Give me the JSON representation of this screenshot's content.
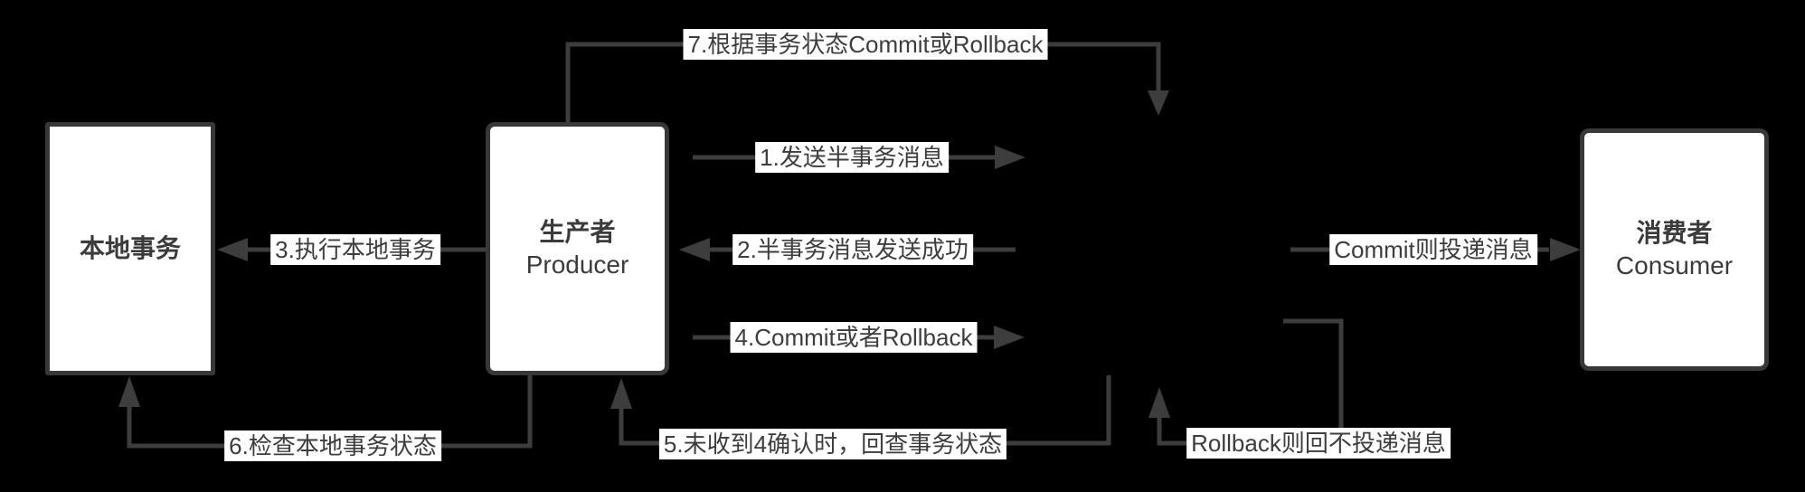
{
  "diagram": {
    "background_color": "#000000",
    "line_color": "#3d3d3d",
    "node_fill": "#ffffff",
    "node_border_color": "#383838",
    "label_background": "#ffffff",
    "text_color": "#3d3d3d"
  },
  "nodes": {
    "local_transaction": {
      "title": "本地事务"
    },
    "producer": {
      "title": "生产者",
      "subtitle": "Producer"
    },
    "consumer": {
      "title": "消费者",
      "subtitle": "Consumer"
    }
  },
  "edges": {
    "step1": {
      "label": "1.发送半事务消息"
    },
    "step2": {
      "label": "2.半事务消息发送成功"
    },
    "step3": {
      "label": "3.执行本地事务"
    },
    "step4": {
      "label": "4.Commit或者Rollback"
    },
    "step5": {
      "label": "5.未收到4确认时，回查事务状态"
    },
    "step6": {
      "label": "6.检查本地事务状态"
    },
    "step7": {
      "label": "7.根据事务状态Commit或Rollback"
    },
    "commit_deliver": {
      "label": "Commit则投递消息"
    },
    "rollback_no_deliver": {
      "label": "Rollback则回不投递消息"
    }
  }
}
